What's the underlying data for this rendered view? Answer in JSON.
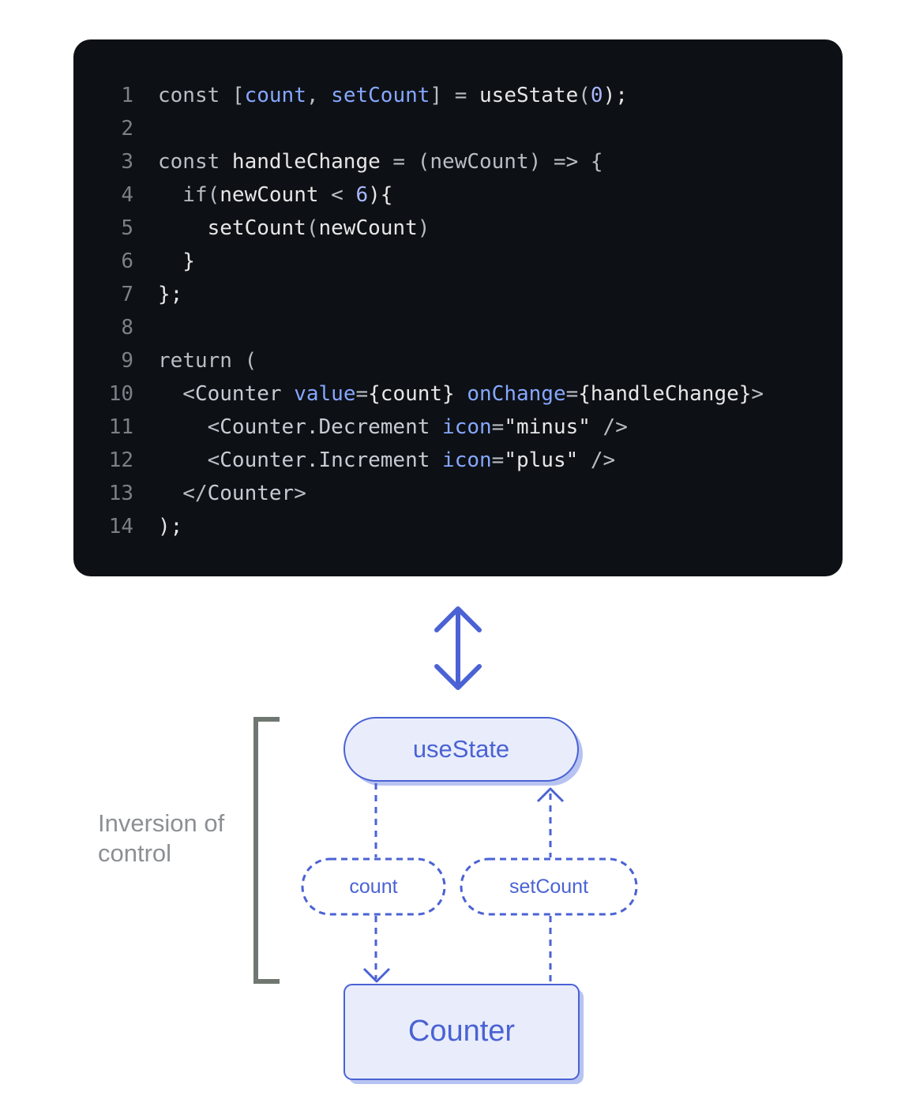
{
  "code": {
    "lines": [
      {
        "n": "1",
        "tokens": [
          {
            "t": "const ",
            "c": "kw"
          },
          {
            "t": "[",
            "c": "op"
          },
          {
            "t": "count",
            "c": "var"
          },
          {
            "t": ", ",
            "c": "op"
          },
          {
            "t": "setCount",
            "c": "var"
          },
          {
            "t": "] = ",
            "c": "op"
          },
          {
            "t": "useState",
            "c": "id"
          },
          {
            "t": "(",
            "c": "op"
          },
          {
            "t": "0",
            "c": "num"
          },
          {
            "t": ");",
            "c": "id"
          }
        ]
      },
      {
        "n": "2",
        "tokens": []
      },
      {
        "n": "3",
        "tokens": [
          {
            "t": "const ",
            "c": "kw"
          },
          {
            "t": "handleChange",
            "c": "id"
          },
          {
            "t": " = (",
            "c": "op"
          },
          {
            "t": "newCount",
            "c": "kw"
          },
          {
            "t": ") => {",
            "c": "op"
          }
        ]
      },
      {
        "n": "4",
        "tokens": [
          {
            "t": "  if",
            "c": "kw"
          },
          {
            "t": "(",
            "c": "op"
          },
          {
            "t": "newCount",
            "c": "id"
          },
          {
            "t": " < ",
            "c": "op"
          },
          {
            "t": "6",
            "c": "num"
          },
          {
            "t": "){",
            "c": "id"
          }
        ]
      },
      {
        "n": "5",
        "tokens": [
          {
            "t": "    setCount",
            "c": "id"
          },
          {
            "t": "(",
            "c": "op"
          },
          {
            "t": "newCount",
            "c": "id"
          },
          {
            "t": ")",
            "c": "op"
          }
        ]
      },
      {
        "n": "6",
        "tokens": [
          {
            "t": "  }",
            "c": "id"
          }
        ]
      },
      {
        "n": "7",
        "tokens": [
          {
            "t": "};",
            "c": "id"
          }
        ]
      },
      {
        "n": "8",
        "tokens": []
      },
      {
        "n": "9",
        "tokens": [
          {
            "t": "return ",
            "c": "kw"
          },
          {
            "t": "(",
            "c": "op"
          }
        ]
      },
      {
        "n": "10",
        "tokens": [
          {
            "t": "  <",
            "c": "op"
          },
          {
            "t": "Counter ",
            "c": "tag"
          },
          {
            "t": "value",
            "c": "var"
          },
          {
            "t": "=",
            "c": "op"
          },
          {
            "t": "{count}",
            "c": "id"
          },
          {
            "t": " ",
            "c": "op"
          },
          {
            "t": "onChange",
            "c": "var"
          },
          {
            "t": "=",
            "c": "op"
          },
          {
            "t": "{handleChange}",
            "c": "id"
          },
          {
            "t": ">",
            "c": "op"
          }
        ]
      },
      {
        "n": "11",
        "tokens": [
          {
            "t": "    <",
            "c": "op"
          },
          {
            "t": "Counter.Decrement ",
            "c": "tag"
          },
          {
            "t": "icon",
            "c": "var"
          },
          {
            "t": "=",
            "c": "op"
          },
          {
            "t": "\"minus\"",
            "c": "str"
          },
          {
            "t": " />",
            "c": "op"
          }
        ]
      },
      {
        "n": "12",
        "tokens": [
          {
            "t": "    <",
            "c": "op"
          },
          {
            "t": "Counter.Increment ",
            "c": "tag"
          },
          {
            "t": "icon",
            "c": "var"
          },
          {
            "t": "=",
            "c": "op"
          },
          {
            "t": "\"plus\"",
            "c": "str"
          },
          {
            "t": " />",
            "c": "op"
          }
        ]
      },
      {
        "n": "13",
        "tokens": [
          {
            "t": "  </",
            "c": "op"
          },
          {
            "t": "Counter",
            "c": "tag"
          },
          {
            "t": ">",
            "c": "op"
          }
        ]
      },
      {
        "n": "14",
        "tokens": [
          {
            "t": ");",
            "c": "id"
          }
        ]
      }
    ]
  },
  "diagram": {
    "usestate_label": "useState",
    "count_label": "count",
    "setcount_label": "setCount",
    "counter_label": "Counter",
    "bracket_label": "Inversion of control",
    "colors": {
      "accent": "#4a62d4",
      "node_fill": "#e9edfb",
      "node_shadow": "#b7c3f1",
      "bracket": "#6f7770",
      "side_text": "#8c8f93"
    }
  }
}
